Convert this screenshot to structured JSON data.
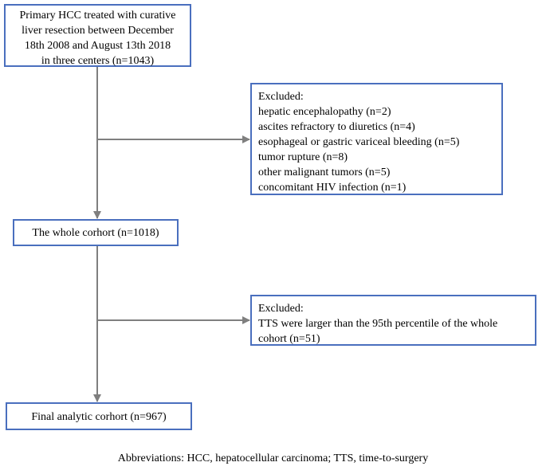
{
  "flowchart": {
    "primary_box": {
      "lines": [
        "Primary HCC treated with curative",
        "liver resection between December",
        "18th 2008 and August 13th 2018",
        "in three centers (n=1043)"
      ]
    },
    "exclusion_1": {
      "heading": "Excluded:",
      "items": [
        "hepatic encephalopathy (n=2)",
        "ascites refractory to diuretics (n=4)",
        "esophageal or gastric variceal bleeding (n=5)",
        "tumor rupture (n=8)",
        "other malignant tumors (n=5)",
        "concomitant HIV infection (n=1)"
      ]
    },
    "whole_cohort_box": {
      "label": "The whole corhort (n=1018)"
    },
    "exclusion_2": {
      "heading": "Excluded:",
      "lines": [
        "TTS were larger than the 95th percentile of the whole",
        "cohort (n=51)"
      ]
    },
    "final_box": {
      "label": "Final analytic corhort (n=967)"
    },
    "footnote": "Abbreviations: HCC, hepatocellular carcinoma; TTS, time-to-surgery"
  },
  "colors": {
    "box_border": "#4a6fbe",
    "connector": "#7f7f7f"
  }
}
